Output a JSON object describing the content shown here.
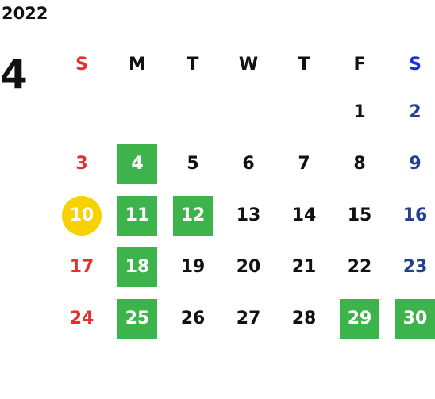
{
  "calendar": {
    "year": "2022",
    "month": "4",
    "weekdays": [
      "S",
      "M",
      "T",
      "W",
      "T",
      "F",
      "S"
    ],
    "weeks": [
      [
        "",
        "",
        "",
        "",
        "",
        "1",
        "2"
      ],
      [
        "3",
        "4",
        "5",
        "6",
        "7",
        "8",
        "9"
      ],
      [
        "10",
        "11",
        "12",
        "13",
        "14",
        "15",
        "16"
      ],
      [
        "17",
        "18",
        "19",
        "20",
        "21",
        "22",
        "23"
      ],
      [
        "24",
        "25",
        "26",
        "27",
        "28",
        "29",
        "30"
      ]
    ],
    "highlighted_green": [
      "4",
      "11",
      "12",
      "18",
      "25",
      "29",
      "30"
    ],
    "highlighted_yellow": [
      "10"
    ],
    "colors": {
      "sunday": "#e53030",
      "saturday_header": "#1a2fd6",
      "saturday": "#233f8f",
      "green_highlight": "#3cb44b",
      "yellow_highlight": "#f7d100"
    }
  }
}
